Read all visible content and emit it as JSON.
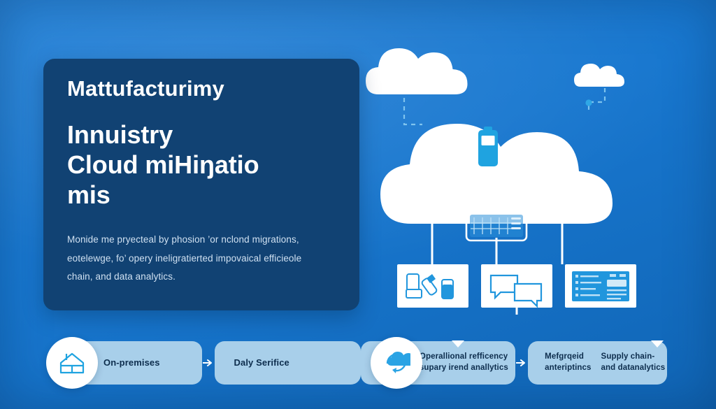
{
  "colors": {
    "background_blue": "#1877cf",
    "card_navy": "#114273",
    "pill_blue": "#a8cfea",
    "icon_cyan": "#1fa3e0",
    "accent_white": "#ffffff",
    "body_text": "#cfe0f1",
    "pill_text": "#0d2d4d"
  },
  "hero": {
    "eyebrow": "Mattufacturimy",
    "headline_lines": [
      "Innuistry",
      "Cloud miHiŋatio",
      "mis"
    ],
    "body_lines": [
      "Monide me pryecteal by phosion ’or nclond migrations,",
      "eotelewge, fo’ opery ineligratierted impovaical efficieole",
      "chain, and data analytics."
    ]
  },
  "diagram": {
    "main_cloud_icon": "battery-device-icon",
    "small_cloud_top_left": "cloud-icon",
    "small_cloud_top_right": "cloud-icon",
    "server_rack_icon": "server-rack-icon",
    "boxes": [
      {
        "icon": "mobile-devices-icon"
      },
      {
        "icon": "chat-bubbles-icon"
      },
      {
        "icon": "dashboard-layout-icon"
      }
    ]
  },
  "flow": {
    "steps": [
      {
        "icon": "factory-icon",
        "label_lines": [
          "On-premises"
        ],
        "size": "normal"
      },
      {
        "icon": null,
        "label_lines": [
          "Daly Serifice"
        ],
        "size": "normal"
      },
      {
        "icon": "cloud-sync-icon",
        "label_lines": [
          "Operallional refficency",
          "supary irend anallytics"
        ],
        "size": "small"
      },
      {
        "icon": null,
        "label_col_a": [
          "Mefgrqeid",
          "anteriptincs"
        ],
        "label_col_b": [
          "Supply chain-",
          "and datanalytics"
        ],
        "size": "small"
      }
    ]
  }
}
